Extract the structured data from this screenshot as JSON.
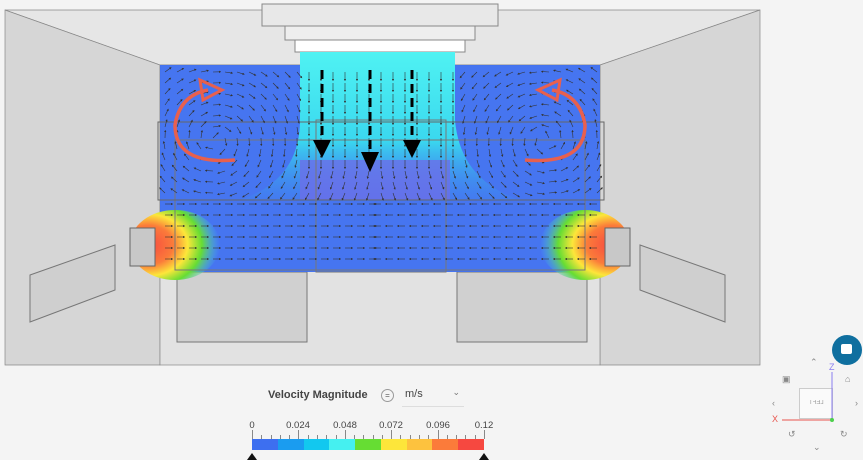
{
  "legend": {
    "title": "Velocity Magnitude",
    "menu_icon": "equals-circle-icon",
    "unit": "m/s",
    "unit_chevron": "chevron-down-icon",
    "ticks": [
      "0",
      "0.024",
      "0.048",
      "0.072",
      "0.096",
      "0.12"
    ],
    "min": 0,
    "max": 0.12,
    "colors": [
      "#3d6ff0",
      "#1a9cf0",
      "#12c8ef",
      "#45f0f0",
      "#66dd33",
      "#fde63a",
      "#fdc23e",
      "#fb7b3a",
      "#f64840"
    ]
  },
  "view_cube": {
    "face_label": "LEFT",
    "axis_x": "X",
    "axis_z": "Z",
    "x_color": "#e8554e",
    "z_color": "#8a7ef0",
    "y_color": "#4ccf4c"
  },
  "chat_button": {
    "icon": "chat-icon",
    "color": "#0f6f9f"
  }
}
